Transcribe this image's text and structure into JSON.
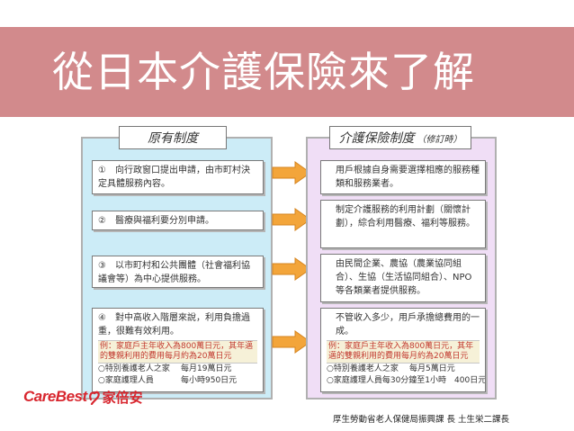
{
  "title": "從日本介護保險來了解",
  "left_panel": {
    "heading": "原有制度",
    "items": [
      {
        "text": "①　向行政窗口提出申請，由市町村決定具體服務內容。"
      },
      {
        "text": "②　醫療與福利要分別申請。"
      },
      {
        "text": "③　以市町村和公共團體（社會福利協議會等）為中心提供服務。"
      },
      {
        "text": "④　對中高收入階層來說，利用負擔過重，很難有效利用。"
      }
    ],
    "example_title": "例：家庭戶主年收入為800萬日元，其年邁的雙親利用的費用每月約為20萬日元",
    "example_rows": [
      {
        "label": "○特別養護老人之家",
        "value": "每月19萬日元"
      },
      {
        "label": "○家庭護理人員",
        "value": "每小時950日元"
      }
    ]
  },
  "right_panel": {
    "heading": "介護保險制度",
    "heading_note": "（修訂時）",
    "items": [
      {
        "text": "用戶根據自身需要選擇相應的服務種類和服務業者。"
      },
      {
        "text": "制定介護服務的利用計劃（關懷計劃），綜合利用醫療、福利等服務。"
      },
      {
        "text": "由民間企業、農協（農業協同組合）、生協（生活協同組合）、NPO等各類業者提供服務。"
      },
      {
        "text": "不管收入多少，用戶承擔總費用的一成。"
      }
    ],
    "example_title": "例：家庭戶主年收入為800萬日元，其年邁的雙親利用的費用每月約為20萬日元",
    "example_rows": [
      {
        "label": "○特別養護老人之家",
        "value": "每月5萬日元"
      },
      {
        "label": "○家庭護理人員",
        "value": "每30分鐘至1小時　400日元"
      }
    ]
  },
  "logo": {
    "brand": "CareBest",
    "chinese": "家倍安"
  },
  "footer_source": "厚生勞動省老人保健局振興課 長 土生栄二課長",
  "colors": {
    "banner": "#d28a8c",
    "left_panel_bg": "#ccecf7",
    "right_panel_bg": "#f0def6",
    "arrow": "#f3a53a",
    "brand_red": "#d8262e"
  },
  "icons": {
    "arrow": "right-arrow-icon",
    "logo_mark": "heart-swoosh-icon"
  }
}
